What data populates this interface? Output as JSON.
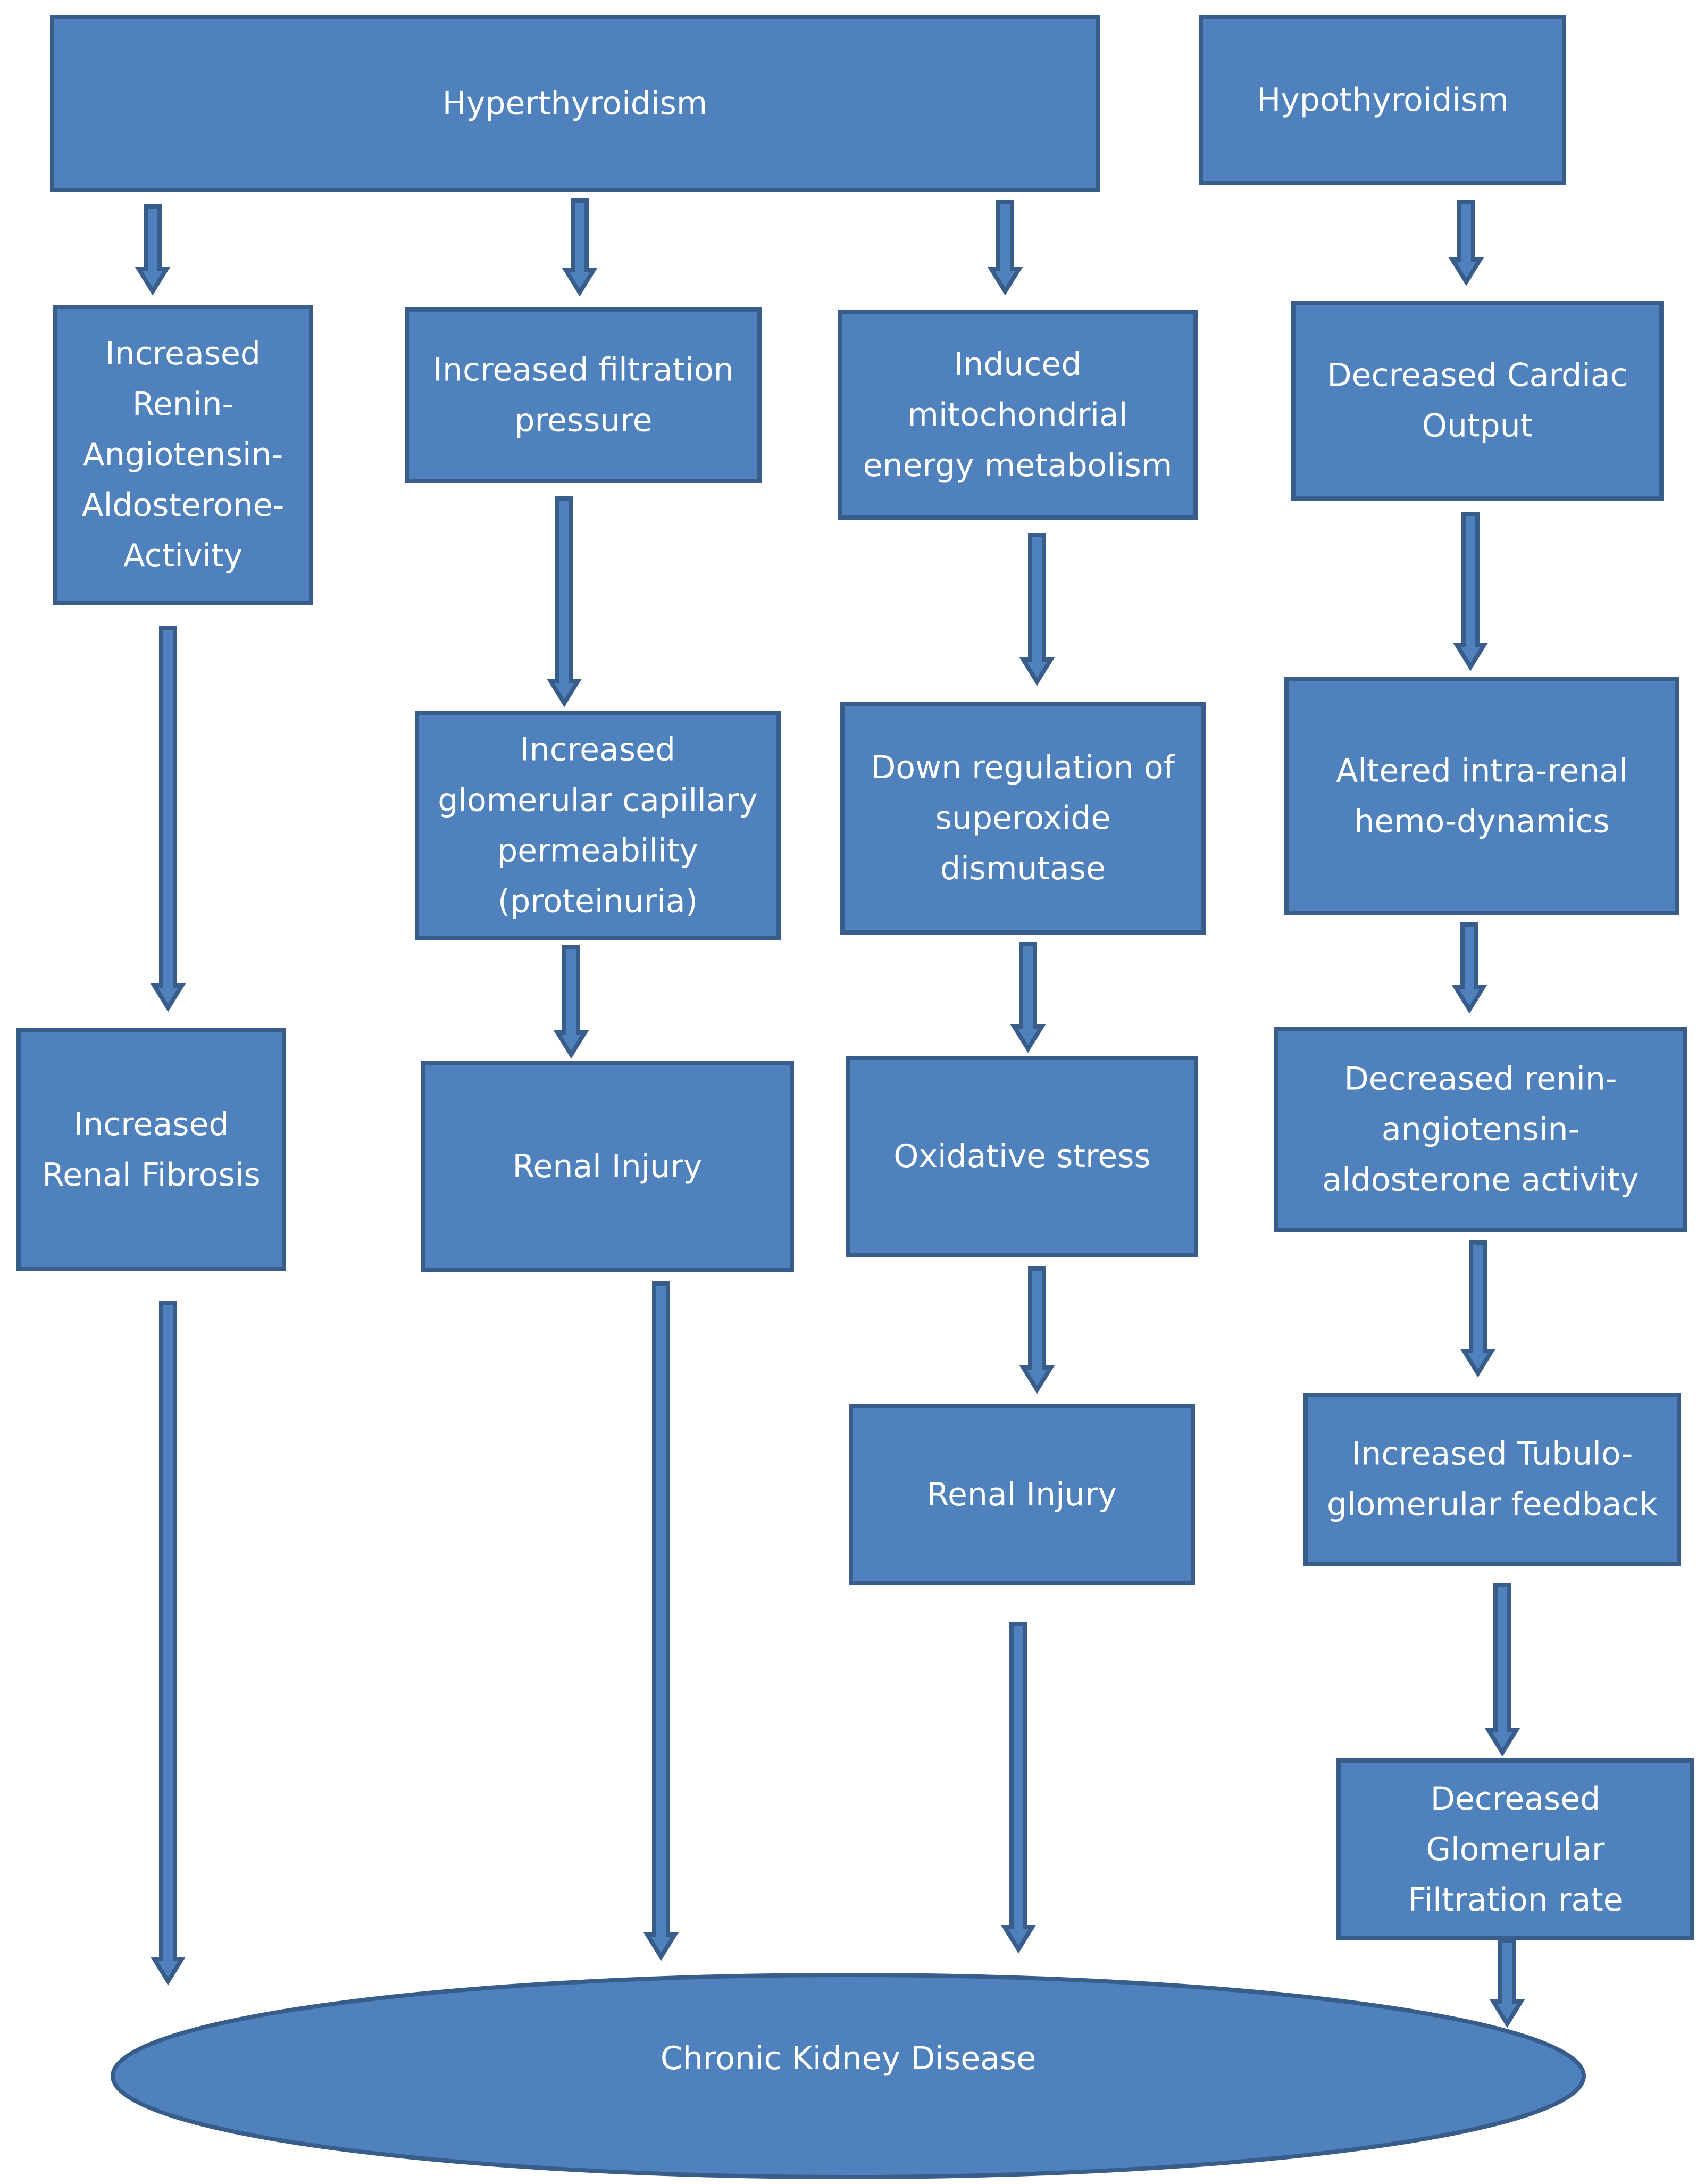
{
  "colors": {
    "box_fill": "#4f81bd",
    "box_stroke": "#385d8a",
    "text": "#ffffff",
    "arrow": "#4f81bd",
    "background": "#ffffff"
  },
  "nodes": {
    "hyperthyroidism": [
      "Hyperthyroidism"
    ],
    "hypothyroidism": [
      "Hypothyroidism"
    ],
    "raas_increase": [
      "Increased",
      "Renin-",
      "Angiotensin-",
      "Aldosterone-",
      "Activity"
    ],
    "filtration_pressure": [
      "Increased filtration",
      "pressure"
    ],
    "mito_metabolism": [
      "Induced",
      "mitochondrial",
      "energy metabolism"
    ],
    "cardiac_output": [
      "Decreased Cardiac",
      "Output"
    ],
    "renal_fibrosis": [
      "Increased",
      "Renal Fibrosis"
    ],
    "glomerular_permeability": [
      "Increased",
      "glomerular capillary",
      "permeability",
      "(proteinuria)"
    ],
    "sod_downregulation": [
      "Down regulation of",
      "superoxide",
      "dismutase"
    ],
    "intrarenal_hemodynamics": [
      "Altered intra-renal",
      "hemo-dynamics"
    ],
    "renal_injury_1": [
      "Renal Injury"
    ],
    "oxidative_stress": [
      "Oxidative stress"
    ],
    "raas_decrease": [
      "Decreased renin-",
      "angiotensin-",
      "aldosterone activity"
    ],
    "renal_injury_2": [
      "Renal Injury"
    ],
    "tubuloglomerular_feedback": [
      "Increased Tubulo-",
      "glomerular feedback"
    ],
    "gfr_decrease": [
      "Decreased",
      "Glomerular",
      "Filtration rate"
    ],
    "ckd": [
      "Chronic Kidney Disease"
    ]
  }
}
